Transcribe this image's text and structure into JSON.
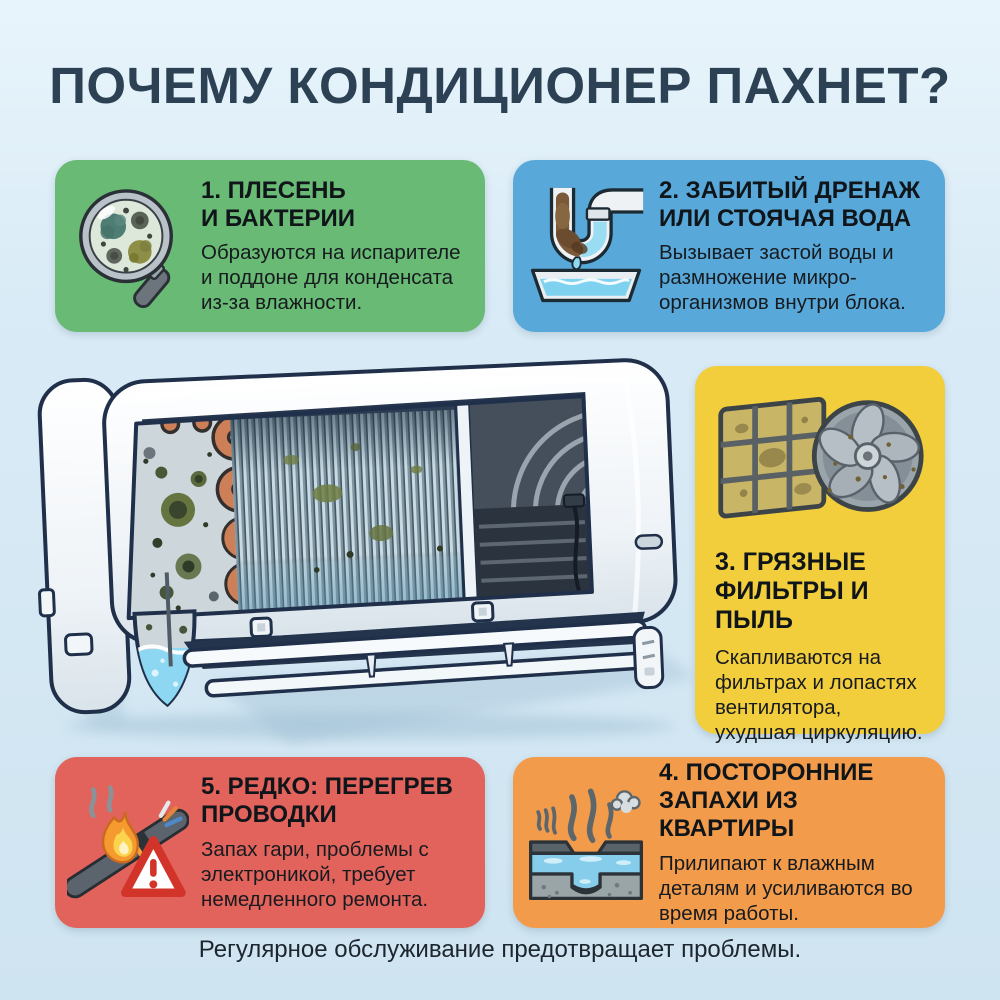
{
  "title": "ПОЧЕМУ КОНДИЦИОНЕР ПАХНЕТ?",
  "footer": "Регулярное обслуживание предотвращает проблемы.",
  "colors": {
    "background_top": "#e8f4fb",
    "background_bottom": "#cfe4f1",
    "title_text": "#2c4153",
    "card_green": "#68ba74",
    "card_blue": "#58a9da",
    "card_yellow": "#f2ce3d",
    "card_red": "#e2635b",
    "card_orange": "#f29b4b",
    "heading_text": "#10151a",
    "body_text": "#171b1f"
  },
  "cards": {
    "mold": {
      "heading_line1": "1. ПЛЕСЕНЬ",
      "heading_line2": "И БАКТЕРИИ",
      "body": "Образуются на испарителе и поддоне для конденсата из-за влажности.",
      "icon": "magnifier-mold-icon",
      "color": "#68ba74"
    },
    "drain": {
      "heading_line1": "2. ЗАБИТЫЙ ДРЕНАЖ",
      "heading_line2": "ИЛИ СТОЯЧАЯ ВОДА",
      "body": "Вызывает застой воды и размножение микро-организмов внутри блока.",
      "icon": "clogged-drain-pipe-icon",
      "color": "#58a9da"
    },
    "filters": {
      "heading_line1": "3. ГРЯЗНЫЕ",
      "heading_line2": "ФИЛЬТРЫ И ПЫЛЬ",
      "body": "Скапливаются на фильтрах и лопастях вентилятора, ухудшая циркуляцию.",
      "icon": "dirty-filter-fan-icon",
      "color": "#f2ce3d"
    },
    "odors": {
      "heading_line1": "4. ПОСТОРОННИЕ",
      "heading_line2": "ЗАПАХИ ИЗ КВАРТИРЫ",
      "body": "Прилипают к влажным деталям и усиливаются во время работы.",
      "icon": "wet-surface-smell-icon",
      "color": "#f29b4b"
    },
    "wiring": {
      "heading_line1": "5. РЕДКО: ПЕРЕГРЕВ",
      "heading_line2": "ПРОВОДКИ",
      "body": "Запах гари, проблемы с электроникой, требует немедленного ремонта.",
      "icon": "burning-wire-warning-icon",
      "color": "#e2635b"
    }
  },
  "illustration": {
    "icon": "air-conditioner-cutaway-illustration"
  }
}
